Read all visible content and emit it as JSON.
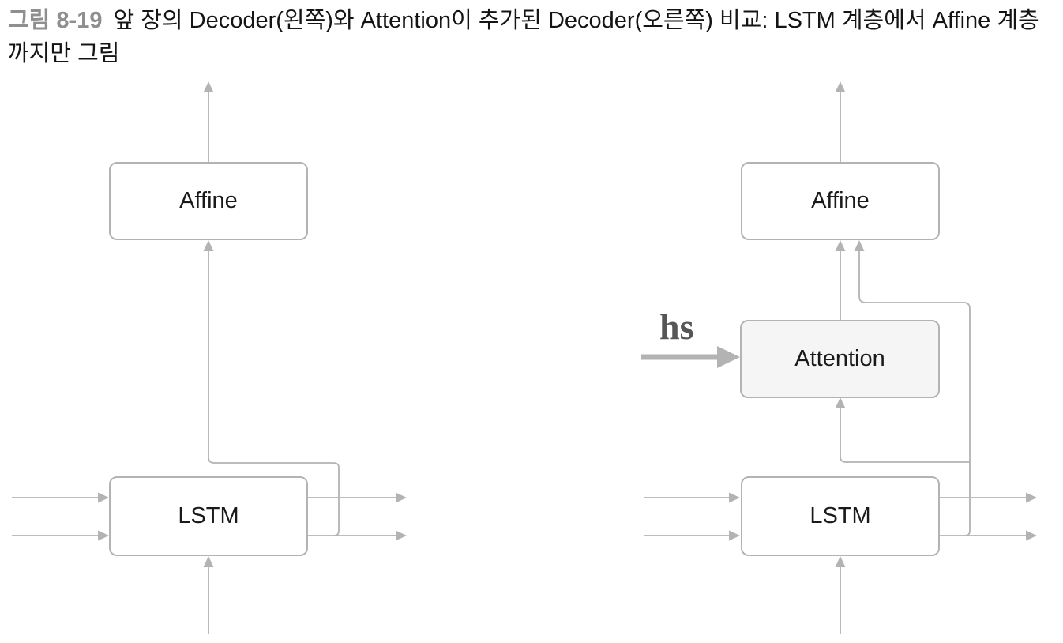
{
  "caption": {
    "label": "그림 8-19",
    "text": "앞 장의 Decoder(왼쪽)와 Attention이 추가된 Decoder(오른쪽) 비교: LSTM 계층에서 Affine 계층까지만 그림"
  },
  "left_decoder": {
    "affine_label": "Affine",
    "lstm_label": "LSTM"
  },
  "right_decoder": {
    "affine_label": "Affine",
    "attention_label": "Attention",
    "lstm_label": "LSTM",
    "hs_label": "hs"
  },
  "colors": {
    "line": "#b3b3b3",
    "box-border": "#b3b3b3",
    "box-fill": "#ffffff",
    "attention-fill": "#f5f5f5",
    "caption-label": "#8f8f8f",
    "caption-text": "#141414",
    "node-text": "#1a1a1a",
    "hs-text": "#565656"
  }
}
